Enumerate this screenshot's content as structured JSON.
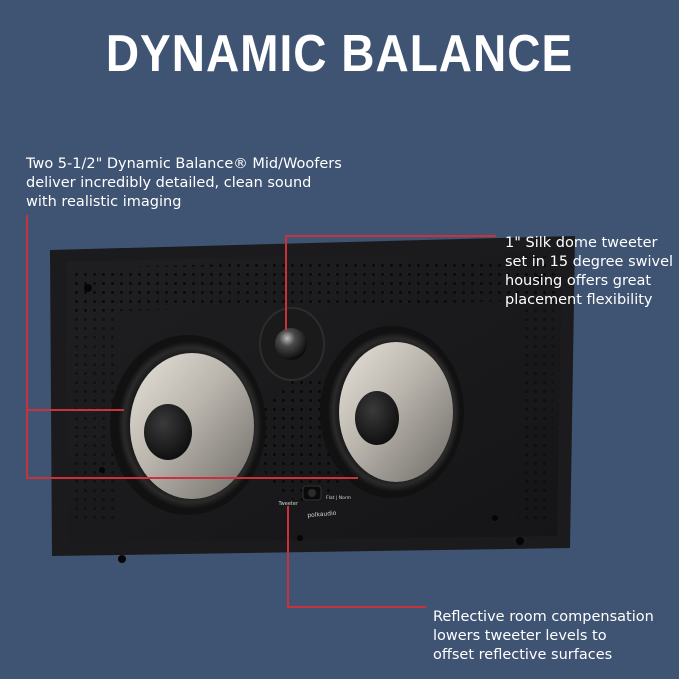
{
  "headline": "DYNAMIC BALANCE",
  "callouts": {
    "woofers": {
      "lines": [
        "Two 5-1/2\" Dynamic Balance® Mid/Woofers",
        "deliver incredibly detailed, clean sound",
        "with realistic imaging"
      ]
    },
    "tweeter": {
      "lines": [
        "1\" Silk dome tweeter",
        "set in 15 degree swivel",
        "housing offers great",
        "placement flexibility"
      ]
    },
    "room": {
      "lines": [
        "Reflective room compensation",
        "lowers tweeter levels to",
        "offset reflective surfaces"
      ]
    }
  },
  "speaker": {
    "brand_mark": "polkaudio",
    "switch_left_label": "Tweeter",
    "switch_right_label": "Flat | Norm"
  },
  "colors": {
    "background": "#3f5373",
    "callout_line": "#c8323c",
    "text": "#ffffff"
  }
}
